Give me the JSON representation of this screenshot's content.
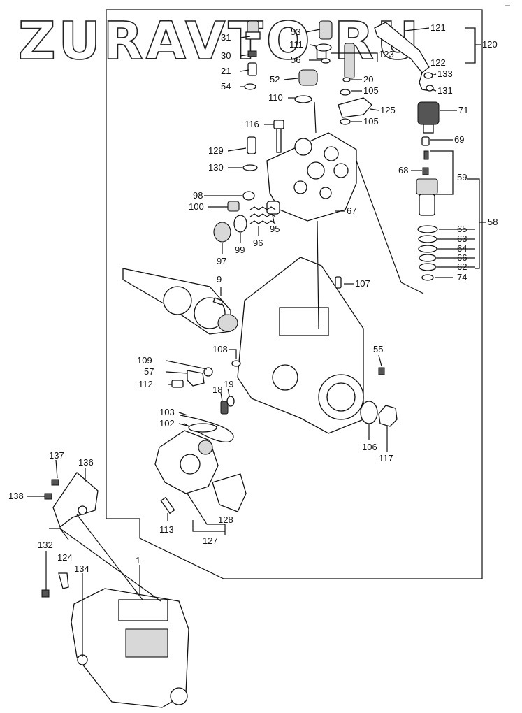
{
  "watermark": "ZURAVTO.RU",
  "corner_mark": "—",
  "callouts": [
    {
      "id": "31",
      "text": "31"
    },
    {
      "id": "30",
      "text": "30"
    },
    {
      "id": "21",
      "text": "21"
    },
    {
      "id": "54",
      "text": "54"
    },
    {
      "id": "53",
      "text": "53"
    },
    {
      "id": "111",
      "text": "111"
    },
    {
      "id": "56",
      "text": "56"
    },
    {
      "id": "123",
      "text": "123"
    },
    {
      "id": "121",
      "text": "121"
    },
    {
      "id": "120",
      "text": "120"
    },
    {
      "id": "122",
      "text": "122"
    },
    {
      "id": "133",
      "text": "133"
    },
    {
      "id": "131",
      "text": "131"
    },
    {
      "id": "52",
      "text": "52"
    },
    {
      "id": "20",
      "text": "20"
    },
    {
      "id": "105a",
      "text": "105"
    },
    {
      "id": "110",
      "text": "110"
    },
    {
      "id": "125",
      "text": "125"
    },
    {
      "id": "105b",
      "text": "105"
    },
    {
      "id": "71",
      "text": "71"
    },
    {
      "id": "116",
      "text": "116"
    },
    {
      "id": "69",
      "text": "69"
    },
    {
      "id": "129",
      "text": "129"
    },
    {
      "id": "130",
      "text": "130"
    },
    {
      "id": "68",
      "text": "68"
    },
    {
      "id": "59",
      "text": "59"
    },
    {
      "id": "98",
      "text": "98"
    },
    {
      "id": "100",
      "text": "100"
    },
    {
      "id": "67",
      "text": "67"
    },
    {
      "id": "58",
      "text": "58"
    },
    {
      "id": "65",
      "text": "65"
    },
    {
      "id": "95",
      "text": "95"
    },
    {
      "id": "63",
      "text": "63"
    },
    {
      "id": "64",
      "text": "64"
    },
    {
      "id": "66",
      "text": "66"
    },
    {
      "id": "96",
      "text": "96"
    },
    {
      "id": "99",
      "text": "99"
    },
    {
      "id": "62",
      "text": "62"
    },
    {
      "id": "97",
      "text": "97"
    },
    {
      "id": "74",
      "text": "74"
    },
    {
      "id": "9",
      "text": "9"
    },
    {
      "id": "107",
      "text": "107"
    },
    {
      "id": "108",
      "text": "108"
    },
    {
      "id": "55",
      "text": "55"
    },
    {
      "id": "109",
      "text": "109"
    },
    {
      "id": "57",
      "text": "57"
    },
    {
      "id": "112",
      "text": "112"
    },
    {
      "id": "18",
      "text": "18"
    },
    {
      "id": "19",
      "text": "19"
    },
    {
      "id": "103",
      "text": "103"
    },
    {
      "id": "102",
      "text": "102"
    },
    {
      "id": "106",
      "text": "106"
    },
    {
      "id": "117",
      "text": "117"
    },
    {
      "id": "137",
      "text": "137"
    },
    {
      "id": "136",
      "text": "136"
    },
    {
      "id": "138",
      "text": "138"
    },
    {
      "id": "113",
      "text": "113"
    },
    {
      "id": "128",
      "text": "128"
    },
    {
      "id": "127",
      "text": "127"
    },
    {
      "id": "132",
      "text": "132"
    },
    {
      "id": "124",
      "text": "124"
    },
    {
      "id": "1",
      "text": "1"
    },
    {
      "id": "134",
      "text": "134"
    }
  ]
}
